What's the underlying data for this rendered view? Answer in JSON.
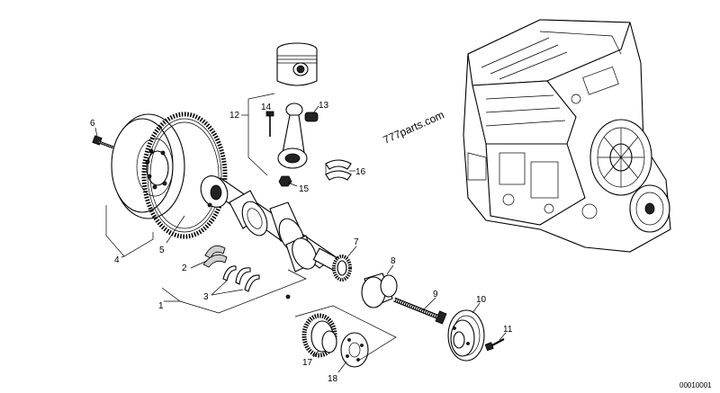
{
  "diagram": {
    "watermark": "777parts.com",
    "document_number": "00010001",
    "callouts": [
      {
        "id": "1",
        "label": "1"
      },
      {
        "id": "2",
        "label": "2"
      },
      {
        "id": "3",
        "label": "3"
      },
      {
        "id": "4",
        "label": "4"
      },
      {
        "id": "5",
        "label": "5"
      },
      {
        "id": "6",
        "label": "6"
      },
      {
        "id": "7",
        "label": "7"
      },
      {
        "id": "8",
        "label": "8"
      },
      {
        "id": "9",
        "label": "9"
      },
      {
        "id": "10",
        "label": "10"
      },
      {
        "id": "11",
        "label": "11"
      },
      {
        "id": "12",
        "label": "12"
      },
      {
        "id": "13",
        "label": "13"
      },
      {
        "id": "14",
        "label": "14"
      },
      {
        "id": "15",
        "label": "15"
      },
      {
        "id": "16",
        "label": "16"
      },
      {
        "id": "17",
        "label": "17"
      },
      {
        "id": "18",
        "label": "18"
      }
    ]
  }
}
